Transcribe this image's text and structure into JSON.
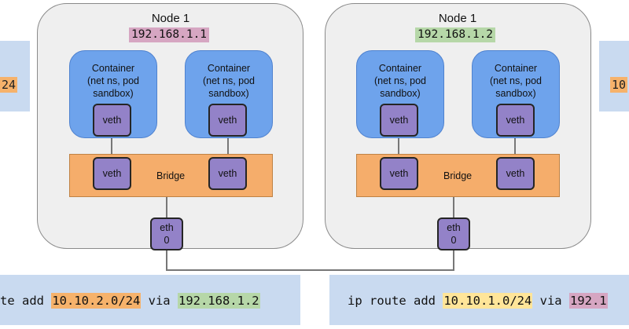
{
  "colors": {
    "node_bg": "#efefef",
    "container": "#6ea3ec",
    "bridge": "#f5ad6b",
    "veth": "#9382c8",
    "panel": "#c9daf0",
    "ip_pink": "#d6a6c2",
    "ip_green": "#b6d7a8",
    "cidr_orange": "#f6b26b",
    "cidr_yellow": "#ffe599"
  },
  "left_panel": {
    "text": "24"
  },
  "right_panel": {
    "text": "10"
  },
  "node1": {
    "title": "Node 1",
    "ip": "192.168.1.1",
    "containers": [
      {
        "label": "Container\n(net ns, pod\nsandbox)",
        "veth": "veth"
      },
      {
        "label": "Container\n(net ns, pod\nsandbox)",
        "veth": "veth"
      }
    ],
    "bridge": {
      "label": "Bridge",
      "veth_left": "veth",
      "veth_right": "veth"
    },
    "eth": "eth\n0"
  },
  "node2": {
    "title": "Node 1",
    "ip": "192.168.1.2",
    "containers": [
      {
        "label": "Container\n(net ns, pod\nsandbox)",
        "veth": "veth"
      },
      {
        "label": "Container\n(net ns, pod\nsandbox)",
        "veth": "veth"
      }
    ],
    "bridge": {
      "label": "Bridge",
      "veth_left": "veth",
      "veth_right": "veth"
    },
    "eth": "eth\n0"
  },
  "route_left": {
    "prefix": "te add ",
    "cidr": "10.10.2.0/24",
    "via": " via ",
    "gateway": "192.168.1.2"
  },
  "route_right": {
    "prefix": "ip route add ",
    "cidr": "10.10.1.0/24",
    "via": " via ",
    "gateway": "192.1"
  }
}
